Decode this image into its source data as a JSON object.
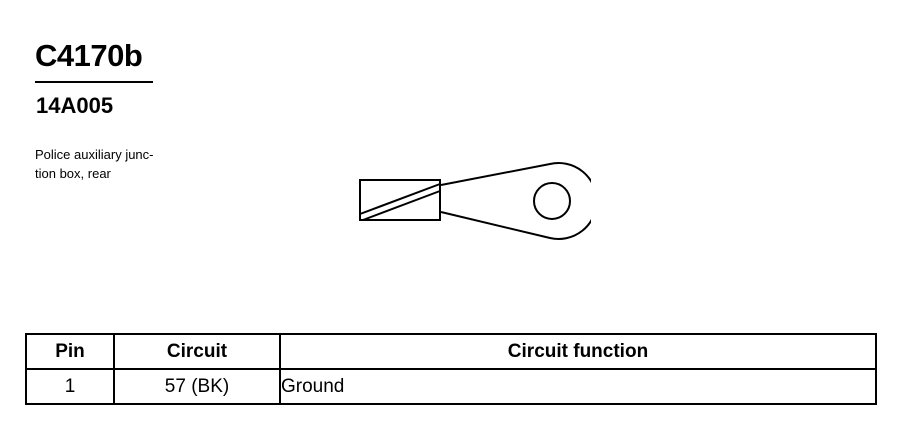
{
  "connector": {
    "id": "C4170b",
    "part_number": "14A005",
    "description_lines": [
      "Police auxiliary junc-",
      "tion box, rear"
    ]
  },
  "diagram": {
    "icon": "ring-terminal-icon"
  },
  "pin_table": {
    "headers": {
      "pin": "Pin",
      "circuit": "Circuit",
      "function": "Circuit function"
    },
    "rows": [
      {
        "pin": "1",
        "circuit": "57 (BK)",
        "function": "Ground"
      }
    ]
  }
}
